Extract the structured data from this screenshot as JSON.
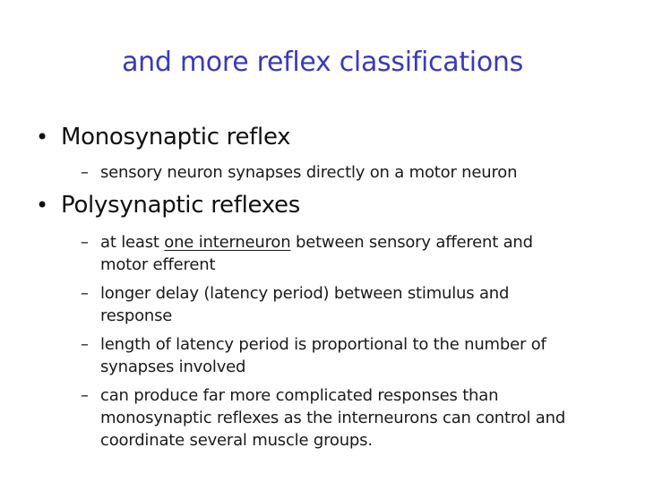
{
  "slide": {
    "title": "and more reflex classifications",
    "title_color": "#3a3ab8",
    "bullets": [
      {
        "marker": "•",
        "label": "Monosynaptic reflex",
        "subitems": [
          {
            "marker": "–",
            "text": "sensory neuron synapses directly on a motor neuron"
          }
        ]
      },
      {
        "marker": "•",
        "label": "Polysynaptic reflexes",
        "subitems": [
          {
            "marker": "–",
            "pre": "at least ",
            "underlined": "one interneuron",
            "post": " between sensory afferent and\nmotor efferent"
          },
          {
            "marker": "–",
            "text": "longer delay (latency period) between stimulus and\nresponse"
          },
          {
            "marker": "–",
            "text": "length of latency period is proportional to the number of\nsynapses involved"
          },
          {
            "marker": "–",
            "text": "can produce far more complicated responses than\nmonosynaptic reflexes as the interneurons can control and\ncoordinate several muscle groups."
          }
        ]
      }
    ]
  }
}
